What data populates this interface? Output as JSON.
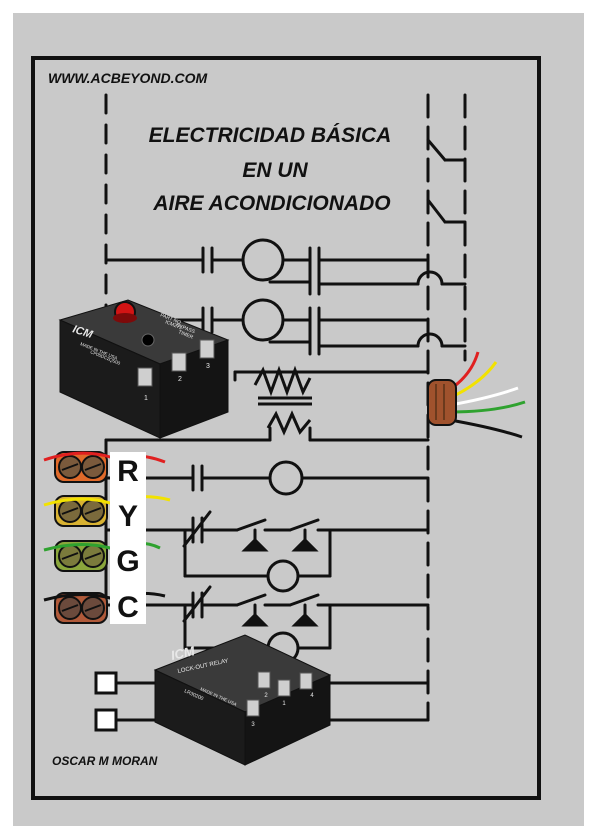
{
  "header": {
    "website": "WWW.ACBEYOND.COM"
  },
  "title": {
    "line1": "ELECTRICIDAD BÁSICA",
    "line2": "EN UN",
    "line3": "AIRE ACONDICIONADO"
  },
  "terminals": [
    {
      "letter": "R",
      "wire_color": "#e02020"
    },
    {
      "letter": "Y",
      "wire_color": "#f2e200"
    },
    {
      "letter": "G",
      "wire_color": "#2fa22f"
    },
    {
      "letter": "C",
      "wire_color": "#111111"
    }
  ],
  "cable_wires": [
    "#e02020",
    "#f2e200",
    "#ffffff",
    "#2fa22f",
    "#111111"
  ],
  "timer_module": {
    "brand": "ICM",
    "part_label": "PART NO",
    "part_no": "ICM275",
    "line1": "BYPASS",
    "line2": "TIMER",
    "code": "CP05DC2QS00",
    "made_in": "MADE IN THE USA",
    "terminals": [
      "1",
      "2",
      "3"
    ]
  },
  "lockout_module": {
    "brand": "ICM",
    "name": "LOCK-OUT RELAY",
    "code": "LR30200",
    "made_in": "MADE IN THE USA",
    "terminals": [
      "3",
      "1",
      "2",
      "4"
    ]
  },
  "author": "OSCAR M MORAN",
  "colors": {
    "background": "#c9c9c9",
    "line": "#111111",
    "module_body": "#1b1b1b",
    "reset_button": "#d21414",
    "cable_jacket": "#a0522d"
  }
}
